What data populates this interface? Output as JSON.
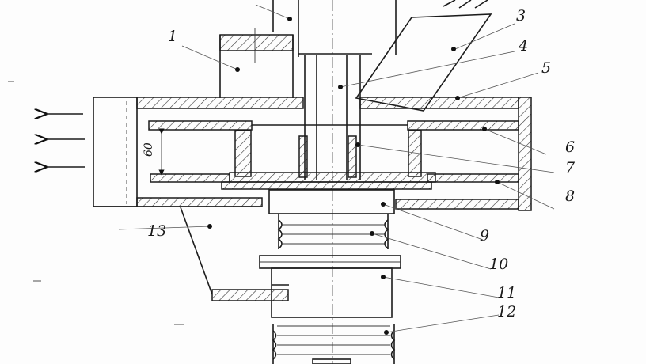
{
  "diagram": {
    "dimension": "60",
    "labels": [
      "1",
      "3",
      "4",
      "5",
      "6",
      "7",
      "8",
      "9",
      "10",
      "11",
      "12",
      "13"
    ],
    "accent_color": "#1c1c1c",
    "arrows": "outlet-flow-arrows"
  }
}
